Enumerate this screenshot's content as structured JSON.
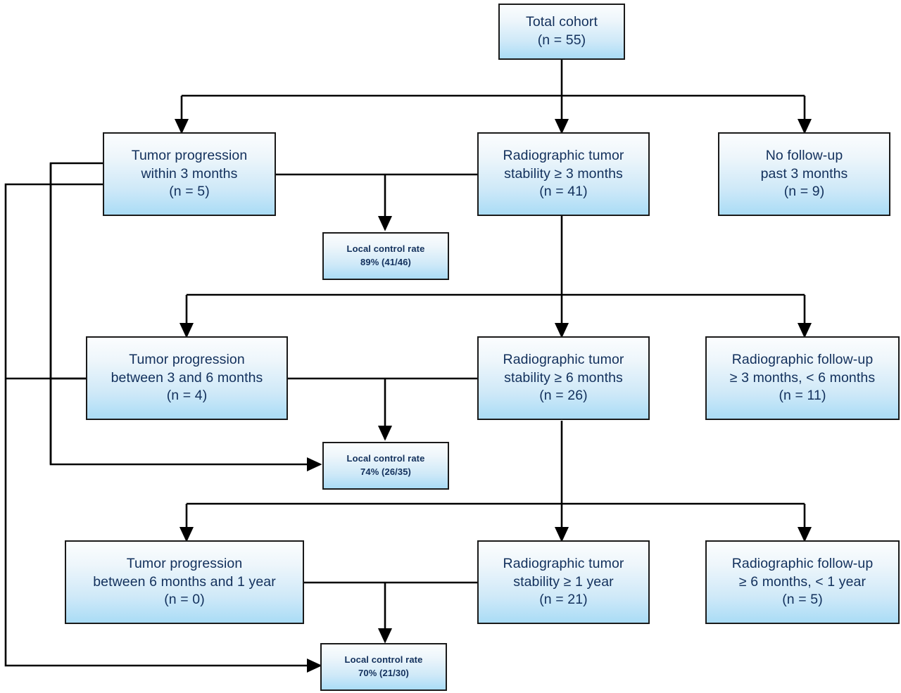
{
  "diagram": {
    "title": "Tumor progression and local control rate flowchart",
    "type": "flowchart",
    "colors": {
      "box_border": "#1a1a1a",
      "box_fill_top": "#fbfdfe",
      "box_fill_bottom": "#aadcf6",
      "text": "#12305c",
      "connector": "#000000",
      "background": "#ffffff"
    }
  },
  "nodes": {
    "total_cohort": {
      "line1": "Total cohort",
      "line2": "(n = 55)"
    },
    "progression_3mo": {
      "line1": "Tumor progression",
      "line2": "within 3 months",
      "line3": "(n = 5)"
    },
    "stability_3mo": {
      "line1": "Radiographic tumor",
      "line2": "stability ≥ 3 months",
      "line3": "(n = 41)"
    },
    "no_followup_3mo": {
      "line1": "No follow-up",
      "line2": "past 3 months",
      "line3": "(n = 9)"
    },
    "lcr_3mo": {
      "line1": "Local control rate",
      "line2": "89% (41/46)"
    },
    "progression_3_6mo": {
      "line1": "Tumor progression",
      "line2": "between 3 and 6 months",
      "line3": "(n = 4)"
    },
    "stability_6mo": {
      "line1": "Radiographic tumor",
      "line2": "stability ≥ 6 months",
      "line3": "(n = 26)"
    },
    "followup_3_6mo": {
      "line1": "Radiographic follow-up",
      "line2": "≥ 3 months, < 6 months",
      "line3": "(n = 11)"
    },
    "lcr_6mo": {
      "line1": "Local control rate",
      "line2": "74% (26/35)"
    },
    "progression_6mo_1yr": {
      "line1": "Tumor progression",
      "line2": "between 6 months and 1 year",
      "line3": "(n = 0)"
    },
    "stability_1yr": {
      "line1": "Radiographic tumor",
      "line2": "stability ≥ 1 year",
      "line3": "(n = 21)"
    },
    "followup_6mo_1yr": {
      "line1": "Radiographic follow-up",
      "line2": "≥ 6 months, < 1 year",
      "line3": "(n = 5)"
    },
    "lcr_1yr": {
      "line1": "Local control rate",
      "line2": "70% (21/30)"
    }
  }
}
